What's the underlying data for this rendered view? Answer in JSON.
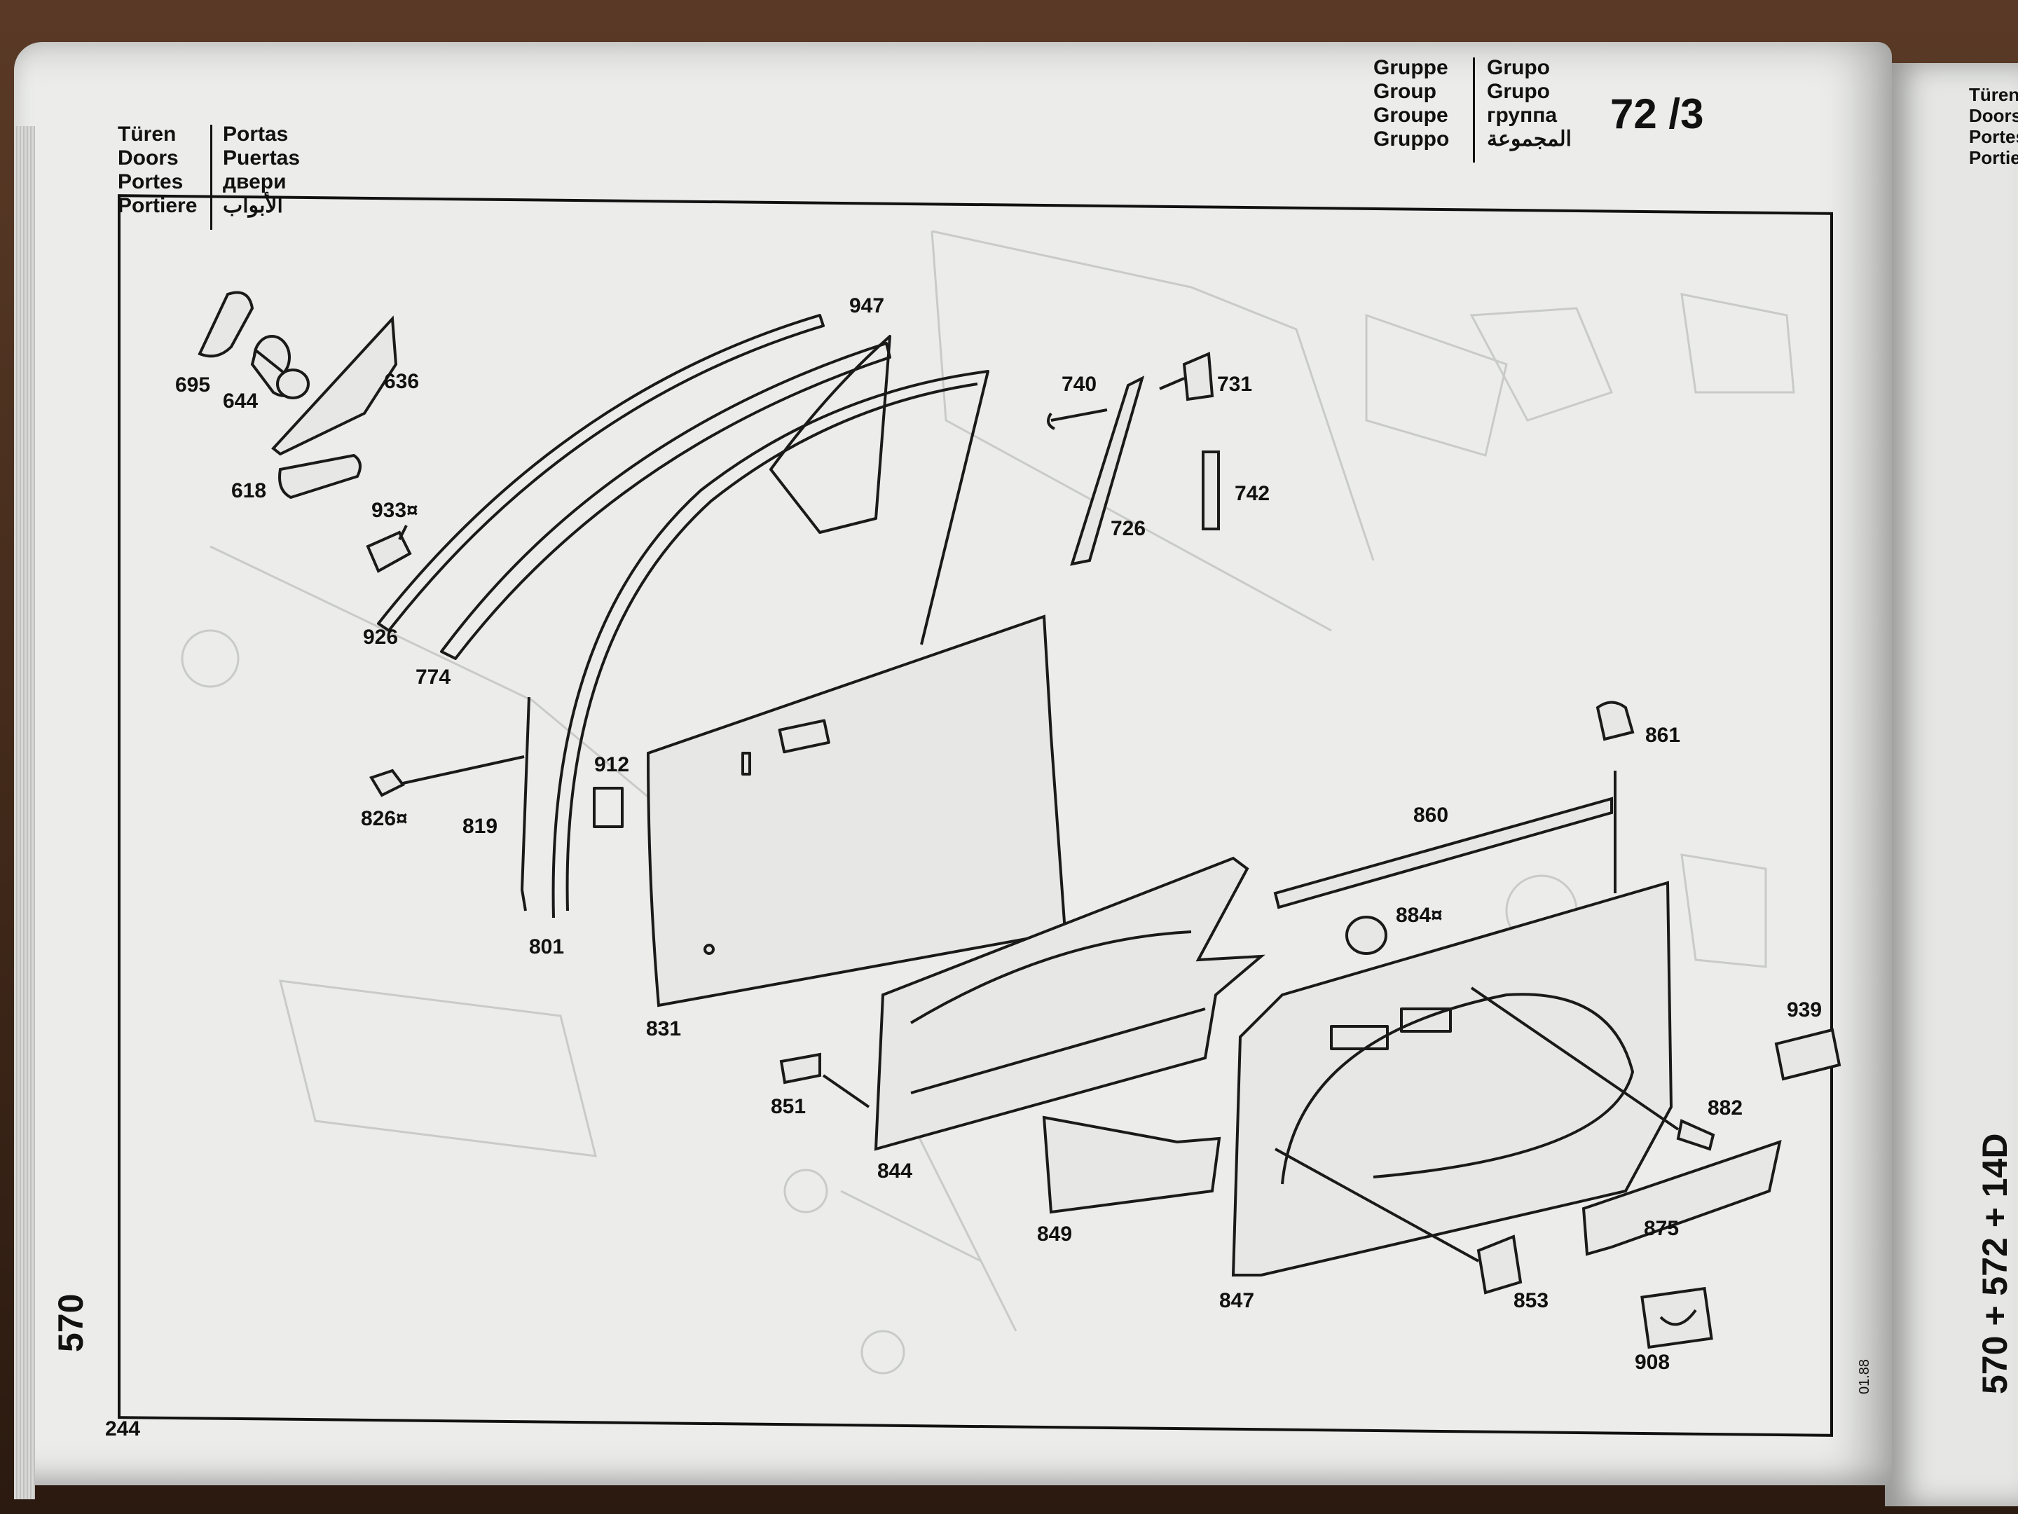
{
  "section_left": {
    "col1": [
      "Türen",
      "Doors",
      "Portes",
      "Portiere"
    ],
    "col2": [
      "Portas",
      "Puertas",
      "двери",
      "الأبواب"
    ]
  },
  "section_right": {
    "col1": [
      "Gruppe",
      "Group",
      "Groupe",
      "Gruppo"
    ],
    "col2": [
      "Grupo",
      "Grupo",
      "группа",
      "المجموعة"
    ],
    "group_number": "72 /3"
  },
  "next_page_header": [
    "Türen",
    "Doors",
    "Portes",
    "Portiere"
  ],
  "model_code": "570",
  "page_number": "244",
  "date_code": "01.88",
  "side_models": "570 + 572 + 14D",
  "parts": [
    {
      "id": "p695",
      "text": "695"
    },
    {
      "id": "p644",
      "text": "644"
    },
    {
      "id": "p636",
      "text": "636"
    },
    {
      "id": "p618",
      "text": "618"
    },
    {
      "id": "p933",
      "text": "933¤"
    },
    {
      "id": "p926",
      "text": "926"
    },
    {
      "id": "p774",
      "text": "774"
    },
    {
      "id": "p947",
      "text": "947"
    },
    {
      "id": "p740",
      "text": "740"
    },
    {
      "id": "p731",
      "text": "731"
    },
    {
      "id": "p742",
      "text": "742"
    },
    {
      "id": "p726",
      "text": "726"
    },
    {
      "id": "p912",
      "text": "912"
    },
    {
      "id": "p826",
      "text": "826¤"
    },
    {
      "id": "p819",
      "text": "819"
    },
    {
      "id": "p801",
      "text": "801"
    },
    {
      "id": "p831",
      "text": "831"
    },
    {
      "id": "p861",
      "text": "861"
    },
    {
      "id": "p860",
      "text": "860"
    },
    {
      "id": "p884",
      "text": "884¤"
    },
    {
      "id": "p939",
      "text": "939"
    },
    {
      "id": "p851",
      "text": "851"
    },
    {
      "id": "p844",
      "text": "844"
    },
    {
      "id": "p882",
      "text": "882"
    },
    {
      "id": "p849",
      "text": "849"
    },
    {
      "id": "p875",
      "text": "875"
    },
    {
      "id": "p847",
      "text": "847"
    },
    {
      "id": "p853",
      "text": "853"
    },
    {
      "id": "p908",
      "text": "908"
    }
  ]
}
